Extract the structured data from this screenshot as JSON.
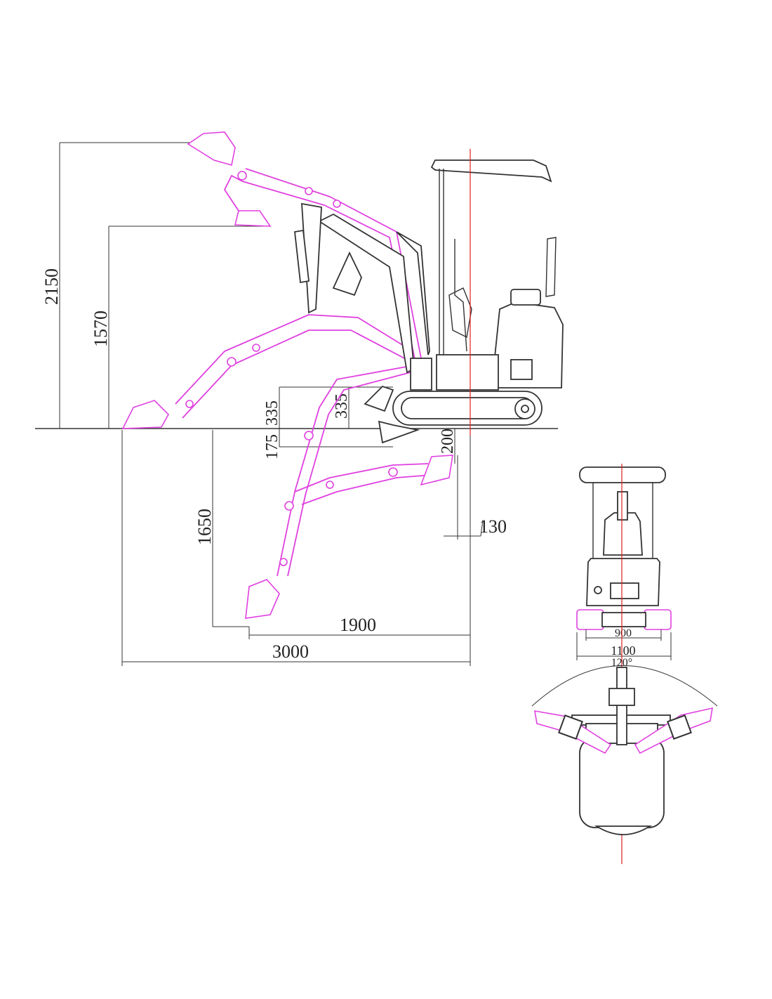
{
  "colors": {
    "machine": "#333333",
    "working_range": "#e040e0",
    "centerline": "#e02020",
    "background": "#ffffff"
  },
  "side_view": {
    "max_dump_height": "2150",
    "dump_height": "1570",
    "blade_lift_height": "335",
    "blade_lift_height_right": "335",
    "blade_dig_depth": "175",
    "max_dig_depth_offset": "200",
    "vertical_wall_depth": "1650",
    "min_swing_radius_offset": "130",
    "reach_at_depth": "1900",
    "max_reach": "3000"
  },
  "rear_view": {
    "track_gauge": "900",
    "overall_width": "1100"
  },
  "top_view": {
    "boom_swing_angle": "120°"
  }
}
